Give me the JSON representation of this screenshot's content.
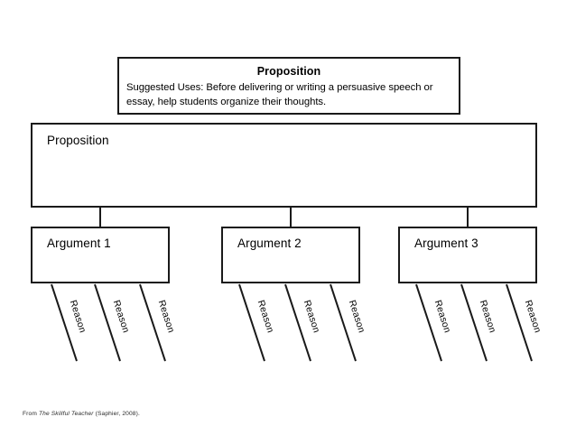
{
  "page": {
    "background_color": "#ffffff",
    "line_color": "#1a1a1a",
    "text_color": "#000000"
  },
  "header_card": {
    "title": "Proposition",
    "body": "Suggested Uses: Before delivering or writing a persuasive speech or essay, help students organize their thoughts."
  },
  "organizer": {
    "proposition": {
      "label": "Proposition"
    },
    "arguments": [
      {
        "label": "Argument 1",
        "reasons": [
          {
            "label": "Reason"
          },
          {
            "label": "Reason"
          },
          {
            "label": "Reason"
          }
        ]
      },
      {
        "label": "Argument 2",
        "reasons": [
          {
            "label": "Reason"
          },
          {
            "label": "Reason"
          },
          {
            "label": "Reason"
          }
        ]
      },
      {
        "label": "Argument 3",
        "reasons": [
          {
            "label": "Reason"
          },
          {
            "label": "Reason"
          },
          {
            "label": "Reason"
          }
        ]
      }
    ]
  },
  "attribution": {
    "prefix": "From ",
    "source_title": "The Skillful Teacher",
    "suffix": " (Saphier, 2008)."
  }
}
